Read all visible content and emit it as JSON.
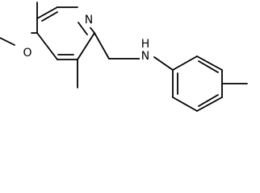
{
  "molecule": {
    "atoms": {
      "pyridine_nitrogen": "N",
      "methoxy_oxygen": "O",
      "amine_nitrogen": "N",
      "amine_hydrogen": "H"
    }
  }
}
